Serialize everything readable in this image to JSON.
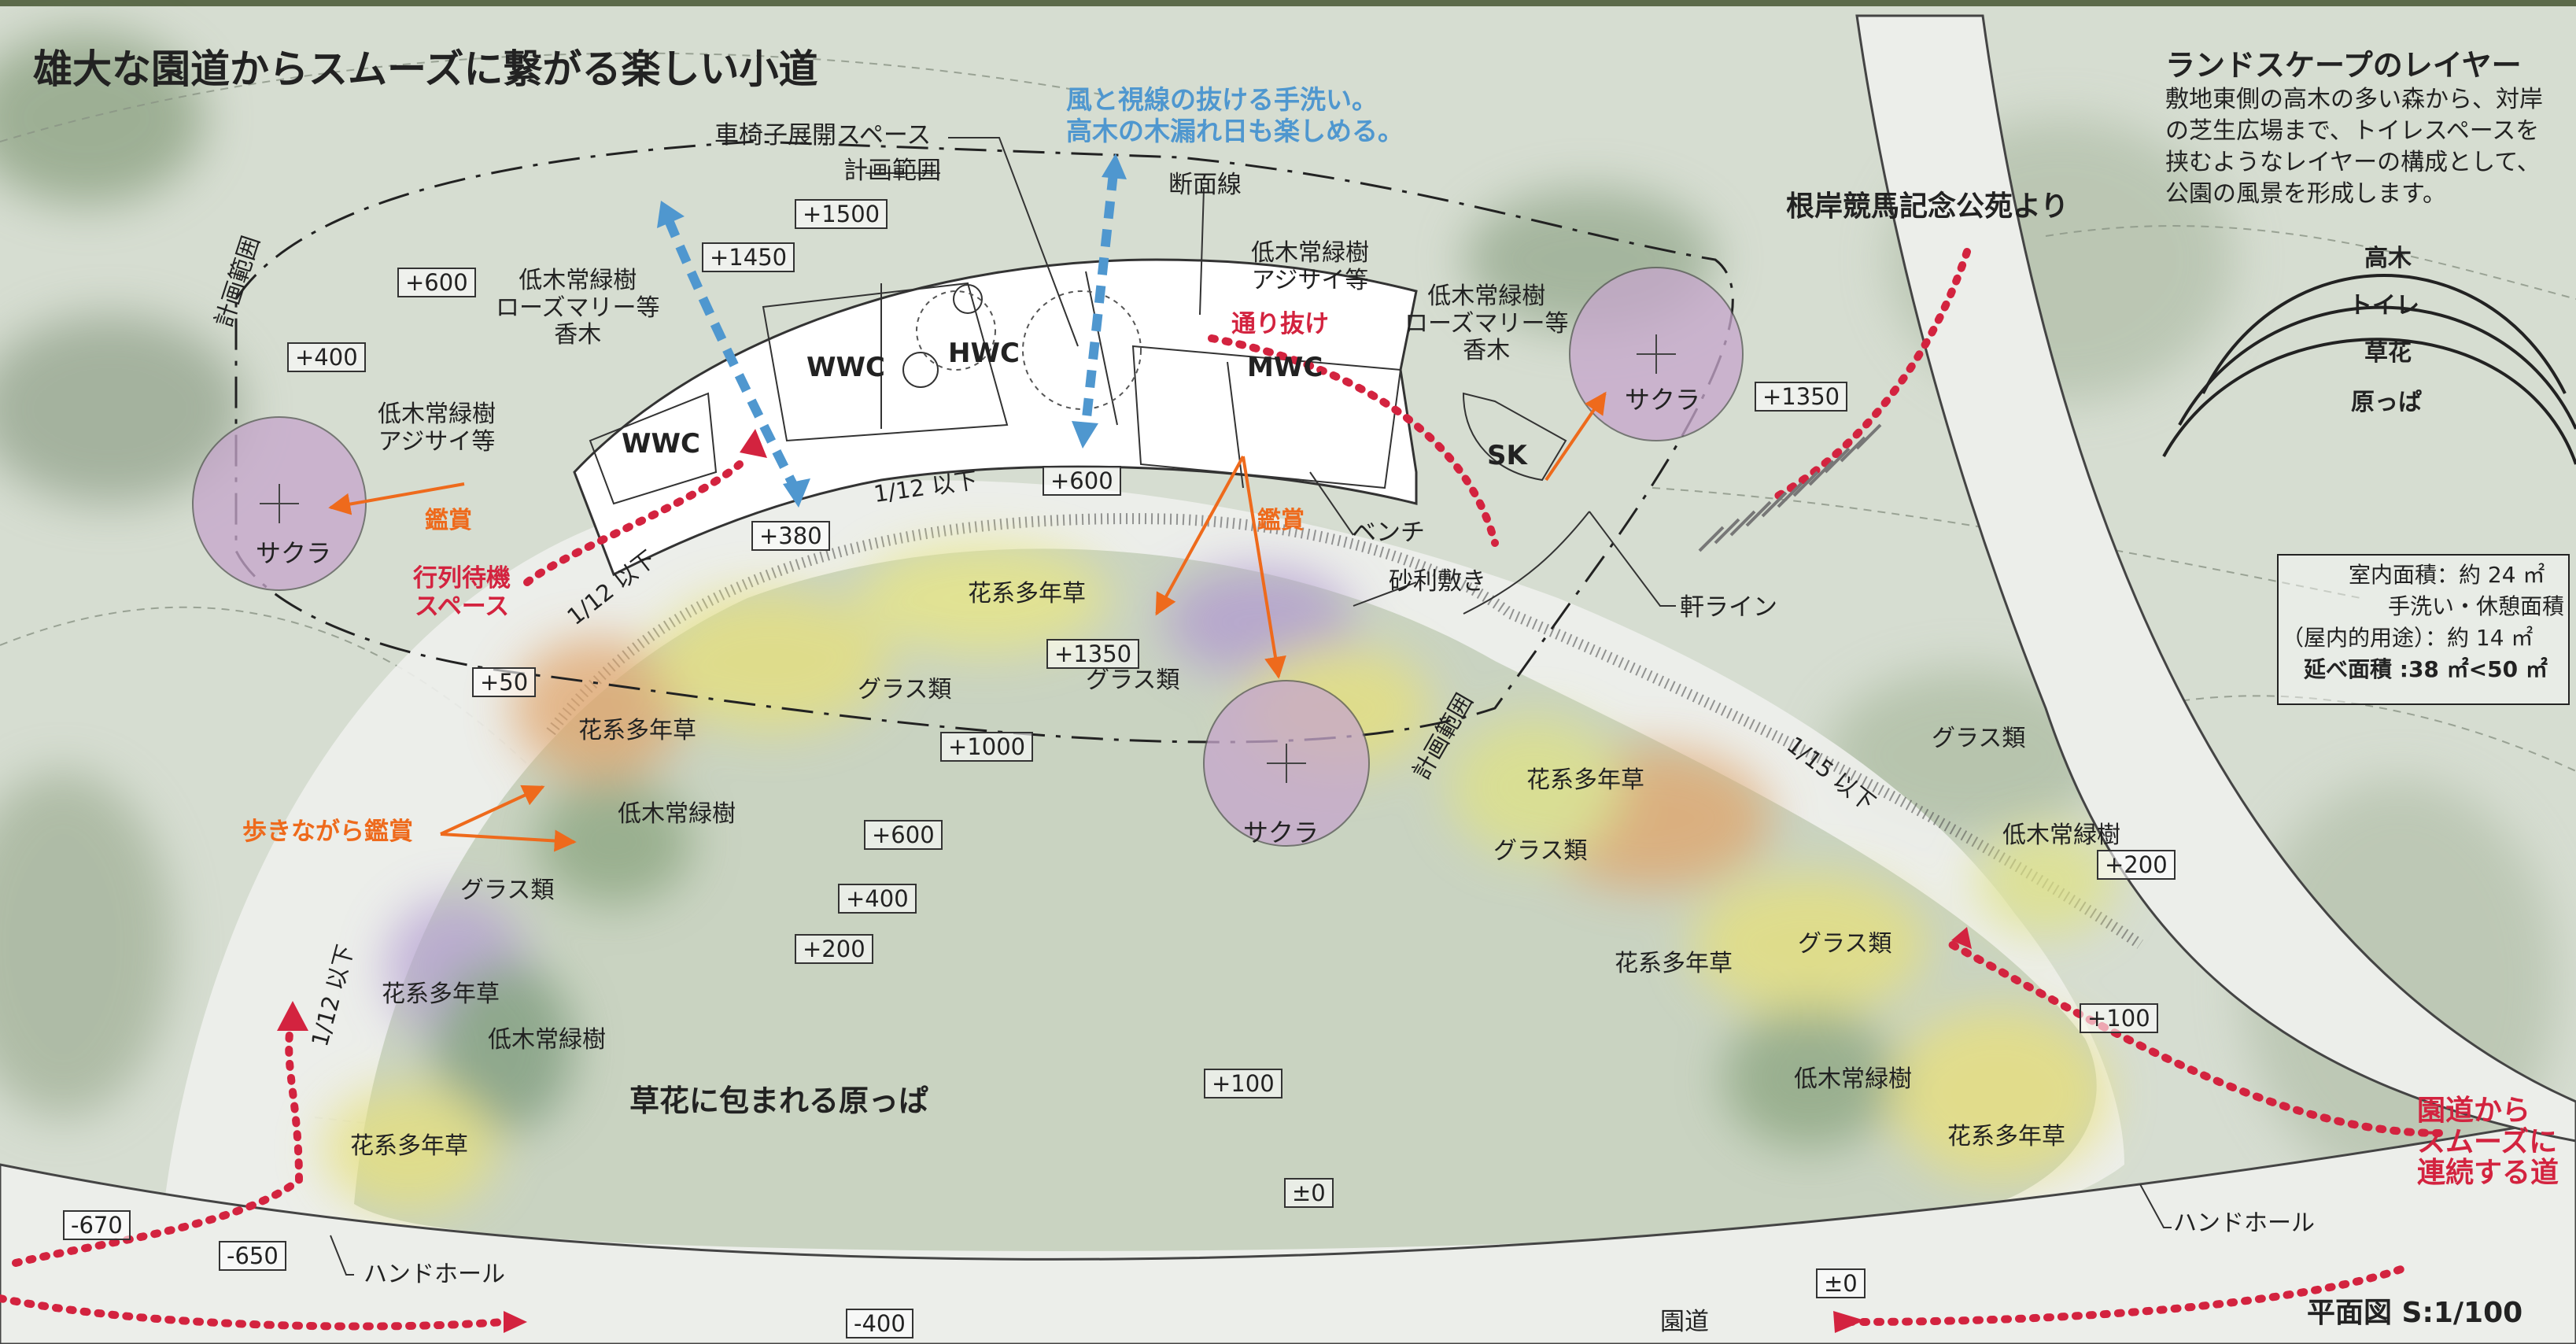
{
  "title": "雄大な園道からスムーズに繋がる楽しい小道",
  "blue_note": [
    "風と視線の抜ける手洗い。",
    "高木の木漏れ日も楽しめる。"
  ],
  "labels": {
    "wheelchair": "車椅子展開スペース",
    "plan_range": "計画範囲",
    "section_line": "断面線",
    "from_park": "根岸競馬記念公苑より",
    "pass_through": "通り抜け",
    "bench": "ベンチ",
    "gravel": "砂利敷き",
    "eaves": "軒ライン",
    "appreciate": "鑑賞",
    "queue": [
      "行列待機",
      "スペース"
    ],
    "walk_view": "歩きながら鑑賞",
    "meadow": "草花に包まれる原っぱ",
    "handhole": "ハンドホール",
    "park_road": "園道",
    "from_road": [
      "園道から",
      "スムーズに",
      "連続する道"
    ],
    "scale": "平面図 S:1/100"
  },
  "rooms": {
    "wwc": "WWC",
    "hwc": "HWC",
    "mwc": "MWC",
    "sk": "SK"
  },
  "slopes": {
    "s12": "1/12 以下",
    "s15": "1/15 以下"
  },
  "plants": {
    "shrub_hydrangea": [
      "低木常緑樹",
      "アジサイ等"
    ],
    "shrub_rosemary": [
      "低木常緑樹",
      "ローズマリー等",
      "香木"
    ],
    "sakura": "サクラ",
    "perennial": "花系多年草",
    "grass": "グラス類",
    "shrub": "低木常緑樹"
  },
  "levels": [
    "+1500",
    "+1450",
    "+600",
    "+400",
    "+1350",
    "+600",
    "+380",
    "+50",
    "+1350",
    "+1000",
    "+600",
    "+400",
    "+200",
    "+100",
    "±0",
    "-670",
    "-650",
    "-400",
    "±0",
    "+200",
    "+100"
  ],
  "layer_panel": {
    "title": "ランドスケープのレイヤー",
    "desc": [
      "敷地東側の高木の多い森から、対岸",
      "の芝生広場まで、トイレスペースを",
      "挟むようなレイヤーの構成として、",
      "公園の風景を形成します。"
    ],
    "layers": [
      "高木",
      "トイレ",
      "草花",
      "原っぱ"
    ]
  },
  "area_box": {
    "rows": [
      "室内面積：約 24 ㎡",
      "手洗い・休憩面積",
      "（屋内的用途）：約 14 ㎡",
      "延べ面積 :38 ㎡<50 ㎡"
    ]
  },
  "colors": {
    "red": "#d3233f",
    "blue": "#4f97cf",
    "orange": "#ee6a1c",
    "lawn": "#c9d3c1"
  }
}
